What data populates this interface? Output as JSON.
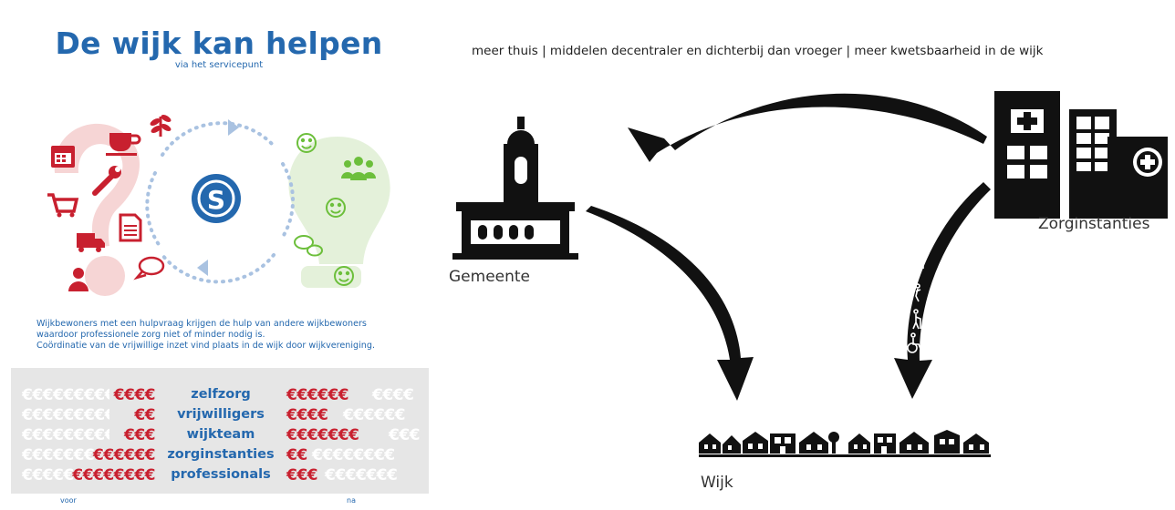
{
  "left_panel": {
    "title": "De wijk kan helpen",
    "subtitle": "via het servicepunt",
    "center_logo_letter": "S",
    "description": [
      "Wijkbewoners met een hulpvraag krijgen de hulp van andere wijkbewoners",
      "waardoor professionele zorg niet of minder nodig is.",
      "Coördinatie van de vrijwillige inzet vind plaats in de wijk door wijkvereniging."
    ],
    "rows": [
      {
        "label": "zelfzorg",
        "before": "€€€€",
        "after": "€€€€€€"
      },
      {
        "label": "vrijwilligers",
        "before": "€€",
        "after": "€€€€"
      },
      {
        "label": "wijkteam",
        "before": "€€€",
        "after": "€€€€€€€"
      },
      {
        "label": "zorginstanties",
        "before": "€€€€€€",
        "after": "€€"
      },
      {
        "label": "professionals",
        "before": "€€€€€€€€",
        "after": "€€€"
      }
    ],
    "footer_left": "voor",
    "footer_right": "na",
    "colors": {
      "blue": "#2468ae",
      "red": "#c8202f",
      "green": "#6cbf3b",
      "panel_bg": "#e6e6e6"
    },
    "icons_left": [
      "calendar-icon",
      "coffee-cup-icon",
      "leaf-icon",
      "wrench-icon",
      "cart-icon",
      "document-icon",
      "truck-icon",
      "speech-bubble-icon",
      "person-icon"
    ],
    "icons_right": [
      "smiley-icon",
      "group-icon",
      "smiley-icon",
      "chat-icon",
      "smiley-icon"
    ]
  },
  "right_panel": {
    "header": "meer thuis  |  middelen decentraler en dichterbij dan vroeger  |  meer kwetsbaarheid in de wijk",
    "gemeente_label": "Gemeente",
    "zorginstanties_label": "Zorginstanties",
    "wijk_label": "Wijk",
    "arrow_top_symbols": "€€€€€",
    "arrow_left_symbols": "€€€€",
    "arrow_right_icons": [
      "bed-icon",
      "walker-person-icon",
      "elderly-person-icon",
      "wheelchair-icon"
    ]
  }
}
